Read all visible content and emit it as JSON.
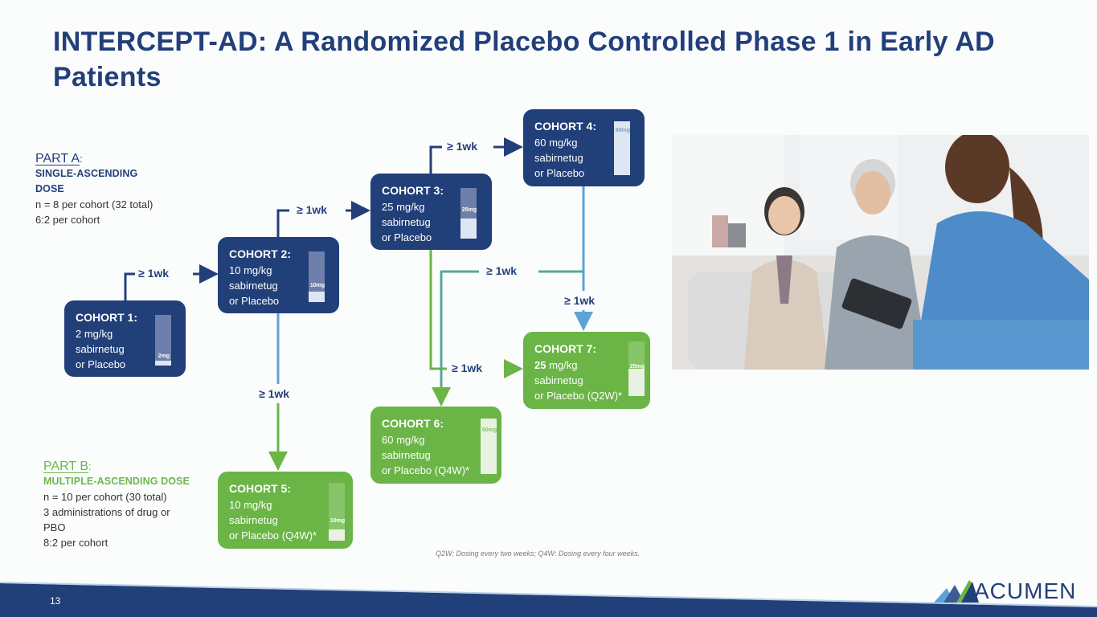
{
  "title": "INTERCEPT-AD: A Randomized Placebo Controlled Phase 1 in Early AD Patients",
  "partA": {
    "label": "PART A",
    "colon": ":",
    "title_line1": "SINGLE-ASCENDING",
    "title_line2": "DOSE",
    "lines": [
      "n = 8 per cohort (32 total)",
      "6:2 per cohort"
    ]
  },
  "partB": {
    "label": "PART B",
    "colon": ":",
    "title": "MULTIPLE-ASCENDING DOSE",
    "lines": [
      "n = 10 per cohort (30 total)",
      "3 administrations of drug or",
      "PBO",
      "8:2 per cohort"
    ]
  },
  "interval_label": "≥ 1wk",
  "cohorts": [
    {
      "title": "COHORT 1:",
      "dose": "2 mg/kg",
      "drug": "sabirnetug",
      "placebo": "or Placebo",
      "bar_label": "2mg",
      "bar_fill": 0.9
    },
    {
      "title": "COHORT 2:",
      "dose": "10 mg/kg",
      "drug": "sabirnetug",
      "placebo": "or Placebo",
      "bar_label": "10mg",
      "bar_fill": 0.8
    },
    {
      "title": "COHORT 3:",
      "dose": "25 mg/kg",
      "drug": "sabirnetug",
      "placebo": "or Placebo",
      "bar_label": "25mg",
      "bar_fill": 0.6
    },
    {
      "title": "COHORT 4:",
      "dose": "60 mg/kg",
      "drug": "sabirnetug",
      "placebo": "or Placebo",
      "bar_label": "60mg",
      "bar_fill": 0.0
    },
    {
      "title": "COHORT 5:",
      "dose": "10 mg/kg",
      "drug": "sabirnetug",
      "placebo": "or Placebo (Q4W)*",
      "bar_label": "10mg",
      "bar_fill": 0.8
    },
    {
      "title": "COHORT 6:",
      "dose": "60 mg/kg",
      "drug": "sabirnetug",
      "placebo": "or Placebo (Q4W)*",
      "bar_label": "60mg",
      "bar_fill": 0.0
    },
    {
      "title": "COHORT 7:",
      "dose_num": "25",
      "dose_unit": " mg/kg",
      "drug": "sabirnetug",
      "placebo": "or Placebo (Q2W)*",
      "bar_label": "25mg",
      "bar_fill": 0.5
    }
  ],
  "footnote": "Q2W: Dosing every two weeks; Q4W: Dosing every four weeks.",
  "page_number": "13",
  "logo": {
    "text": "ACUMEN"
  },
  "photo": {
    "description": "Healthcare worker with tablet speaking to elderly couple on sofa"
  },
  "colors": {
    "navy": "#213f78",
    "green": "#6ab546",
    "light_blue": "#5ea3d6",
    "teal": "#58a79a"
  }
}
